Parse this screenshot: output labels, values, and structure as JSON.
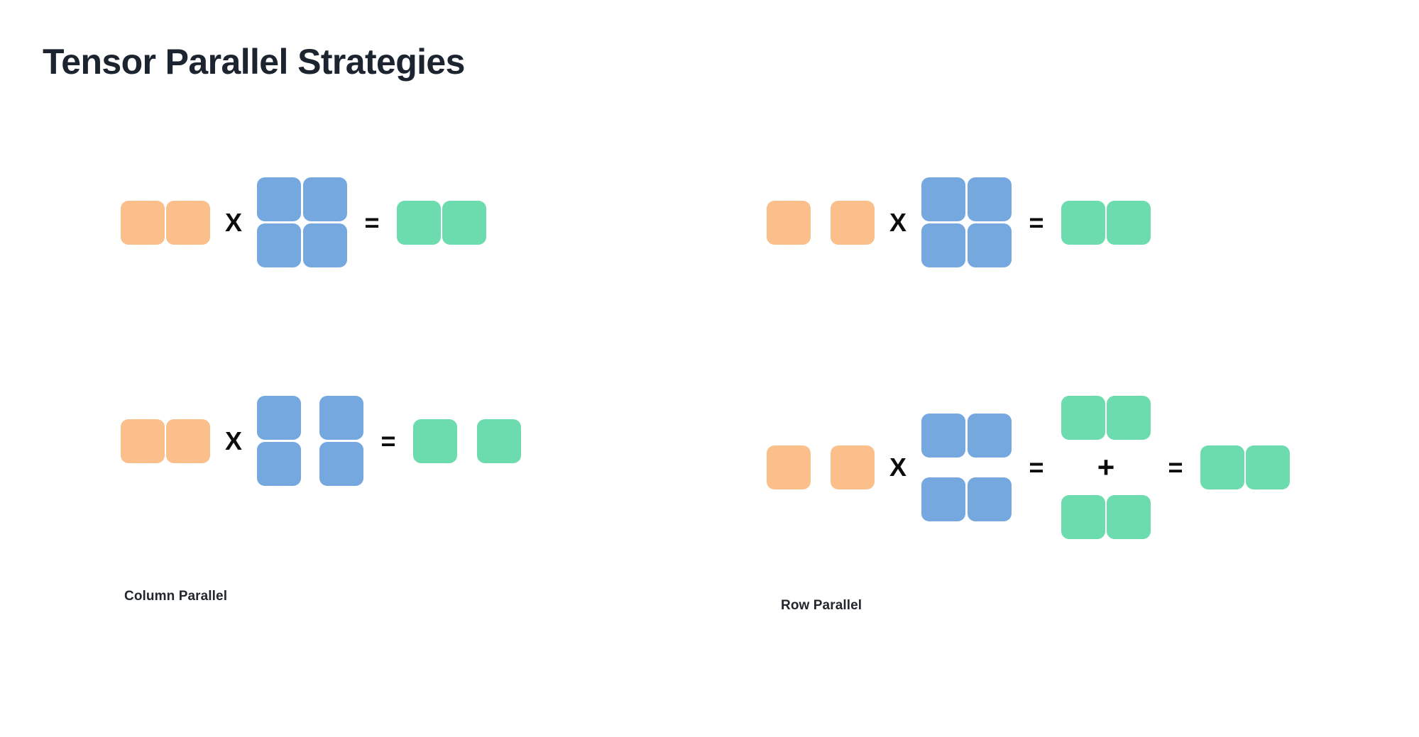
{
  "title": "Tensor Parallel Strategies",
  "colors": {
    "background": "#ffffff",
    "title": "#1c2430",
    "input_orange": "#fbbf8c",
    "weight_blue": "#74a8df",
    "output_green": "#6cdcae",
    "operator": "#0d0d0d",
    "label": "#22272e"
  },
  "operators": {
    "multiply": "X",
    "equals": "=",
    "plus": "+"
  },
  "panels": [
    {
      "id": "column-parallel",
      "label": "Column Parallel",
      "rows": [
        {
          "id": "column-parallel-unsharded",
          "terms": [
            {
              "kind": "matrix",
              "name": "input-activations",
              "color": "input_orange",
              "rows": 1,
              "cols": 2,
              "split": "none"
            },
            {
              "kind": "operator",
              "name": "multiply",
              "glyph": "X"
            },
            {
              "kind": "matrix",
              "name": "weight-matrix",
              "color": "weight_blue",
              "rows": 2,
              "cols": 2,
              "split": "none"
            },
            {
              "kind": "operator",
              "name": "equals",
              "glyph": "="
            },
            {
              "kind": "matrix",
              "name": "output-activations",
              "color": "output_green",
              "rows": 1,
              "cols": 2,
              "split": "none"
            }
          ]
        },
        {
          "id": "column-parallel-sharded",
          "terms": [
            {
              "kind": "matrix",
              "name": "input-activations",
              "color": "input_orange",
              "rows": 1,
              "cols": 2,
              "split": "none"
            },
            {
              "kind": "operator",
              "name": "multiply",
              "glyph": "X"
            },
            {
              "kind": "matrix",
              "name": "weight-matrix-column-sharded",
              "color": "weight_blue",
              "rows": 2,
              "cols": 2,
              "split": "columns"
            },
            {
              "kind": "operator",
              "name": "equals",
              "glyph": "="
            },
            {
              "kind": "matrix",
              "name": "output-activations-column-sharded",
              "color": "output_green",
              "rows": 1,
              "cols": 2,
              "split": "columns"
            }
          ]
        }
      ]
    },
    {
      "id": "row-parallel",
      "label": "Row Parallel",
      "rows": [
        {
          "id": "row-parallel-unsharded",
          "terms": [
            {
              "kind": "matrix",
              "name": "input-activations-row-sharded",
              "color": "input_orange",
              "rows": 1,
              "cols": 2,
              "split": "columns"
            },
            {
              "kind": "operator",
              "name": "multiply",
              "glyph": "X"
            },
            {
              "kind": "matrix",
              "name": "weight-matrix",
              "color": "weight_blue",
              "rows": 2,
              "cols": 2,
              "split": "none"
            },
            {
              "kind": "operator",
              "name": "equals",
              "glyph": "="
            },
            {
              "kind": "matrix",
              "name": "output-activations",
              "color": "output_green",
              "rows": 1,
              "cols": 2,
              "split": "none"
            }
          ]
        },
        {
          "id": "row-parallel-sharded",
          "terms": [
            {
              "kind": "matrix",
              "name": "input-activations-row-sharded",
              "color": "input_orange",
              "rows": 1,
              "cols": 2,
              "split": "columns"
            },
            {
              "kind": "operator",
              "name": "multiply",
              "glyph": "X"
            },
            {
              "kind": "matrix",
              "name": "weight-matrix-row-sharded",
              "color": "weight_blue",
              "rows": 2,
              "cols": 2,
              "split": "rows"
            },
            {
              "kind": "operator",
              "name": "equals",
              "glyph": "="
            },
            {
              "kind": "stack",
              "name": "partial-sums",
              "items": [
                {
                  "kind": "matrix",
                  "name": "partial-output-0",
                  "color": "output_green",
                  "rows": 1,
                  "cols": 2,
                  "split": "none"
                },
                {
                  "kind": "operator",
                  "name": "plus",
                  "glyph": "+"
                },
                {
                  "kind": "matrix",
                  "name": "partial-output-1",
                  "color": "output_green",
                  "rows": 1,
                  "cols": 2,
                  "split": "none"
                }
              ]
            },
            {
              "kind": "operator",
              "name": "equals",
              "glyph": "="
            },
            {
              "kind": "matrix",
              "name": "reduced-output-activations",
              "color": "output_green",
              "rows": 1,
              "cols": 2,
              "split": "none"
            }
          ]
        }
      ]
    }
  ]
}
